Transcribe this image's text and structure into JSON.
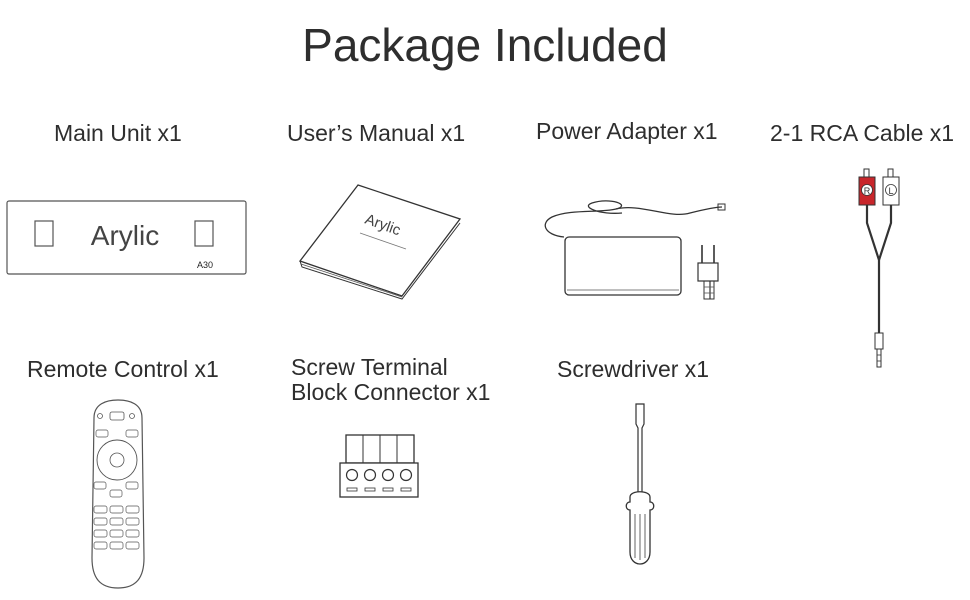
{
  "title": "Package Included",
  "items": [
    {
      "label": "Main Unit x1",
      "icon": "amplifier-unit-icon"
    },
    {
      "label": "User’s Manual x1",
      "icon": "manual-booklet-icon"
    },
    {
      "label": "Power Adapter x1",
      "icon": "power-adapter-icon"
    },
    {
      "label": "2-1 RCA  Cable x1",
      "icon": "rca-cable-icon"
    },
    {
      "label": "Remote Control x1",
      "icon": "remote-control-icon"
    },
    {
      "label_line1": "Screw Terminal",
      "label_line2": "Block Connector x1",
      "icon": "terminal-block-icon"
    },
    {
      "label": "Screwdriver x1",
      "icon": "screwdriver-icon"
    }
  ],
  "main_unit": {
    "brand": "Arylic",
    "model": "A30"
  },
  "manual": {
    "brand": "Arylic"
  },
  "rca": {
    "left": "L",
    "right": "R"
  }
}
